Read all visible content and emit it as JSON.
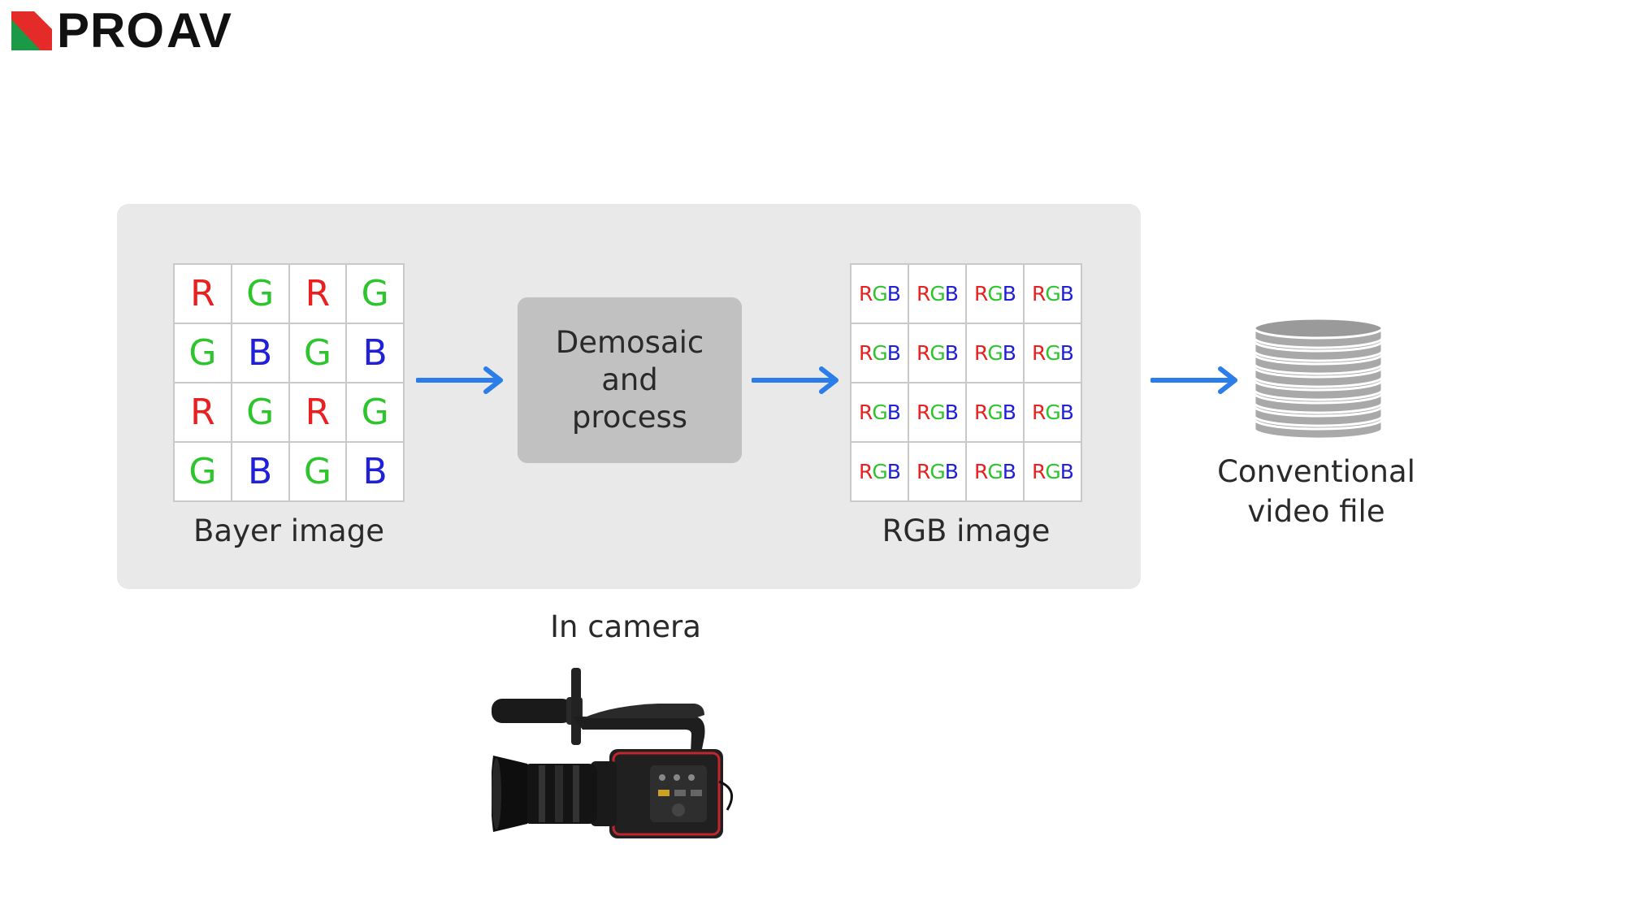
{
  "logo": {
    "text_first": "PRO",
    "text_second": "AV",
    "brand_colors": {
      "red": "#e52a2a",
      "green": "#1a9a46",
      "black": "#111111"
    }
  },
  "bayer": {
    "label": "Bayer image",
    "rows": [
      [
        "R",
        "G",
        "R",
        "G"
      ],
      [
        "G",
        "B",
        "G",
        "B"
      ],
      [
        "R",
        "G",
        "R",
        "G"
      ],
      [
        "G",
        "B",
        "G",
        "B"
      ]
    ]
  },
  "process": {
    "lines": [
      "Demosaic",
      "and",
      "process"
    ]
  },
  "rgb_image": {
    "label": "RGB image",
    "rows": [
      [
        "RGB",
        "RGB",
        "RGB",
        "RGB"
      ],
      [
        "RGB",
        "RGB",
        "RGB",
        "RGB"
      ],
      [
        "RGB",
        "RGB",
        "RGB",
        "RGB"
      ],
      [
        "RGB",
        "RGB",
        "RGB",
        "RGB"
      ]
    ]
  },
  "output": {
    "label_line1": "Conventional",
    "label_line2": "video file",
    "icon": "database-icon"
  },
  "camera": {
    "label": "In camera",
    "icon": "video-camera-icon"
  },
  "colors": {
    "red": "#e82020",
    "green": "#2ec42e",
    "blue": "#2020d8",
    "arrow": "#2b7de9",
    "panel": "#e9e9ea",
    "process_box": "#c1c1c2"
  }
}
